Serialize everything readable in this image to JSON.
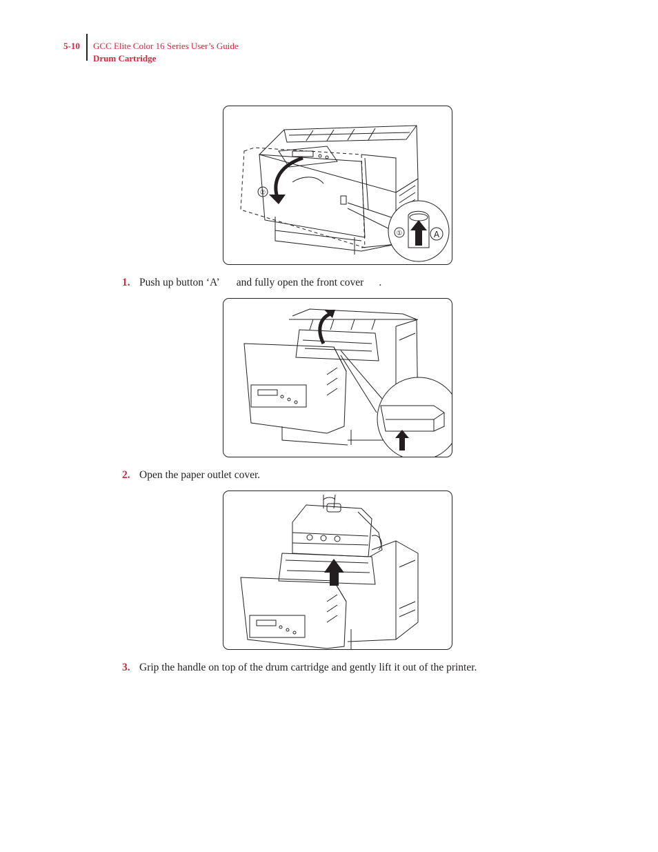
{
  "header": {
    "page_number": "5-10",
    "guide_title": "GCC Elite Color 16 Series User’s Guide",
    "section": "Drum Cartridge"
  },
  "figures": [
    {
      "callouts": [
        "②",
        "①",
        "A"
      ]
    },
    {
      "callouts": []
    },
    {
      "callouts": []
    }
  ],
  "steps": [
    {
      "number": "1.",
      "text_a": "Push up button ‘A’",
      "text_b": "and fully open the front cover",
      "text_c": "."
    },
    {
      "number": "2.",
      "text": "Open the paper outlet cover."
    },
    {
      "number": "3.",
      "text": "Grip the handle on top of the drum cartridge and gently lift it out of the printer."
    }
  ],
  "colors": {
    "accent": "#d7263d",
    "text": "#231f20"
  }
}
